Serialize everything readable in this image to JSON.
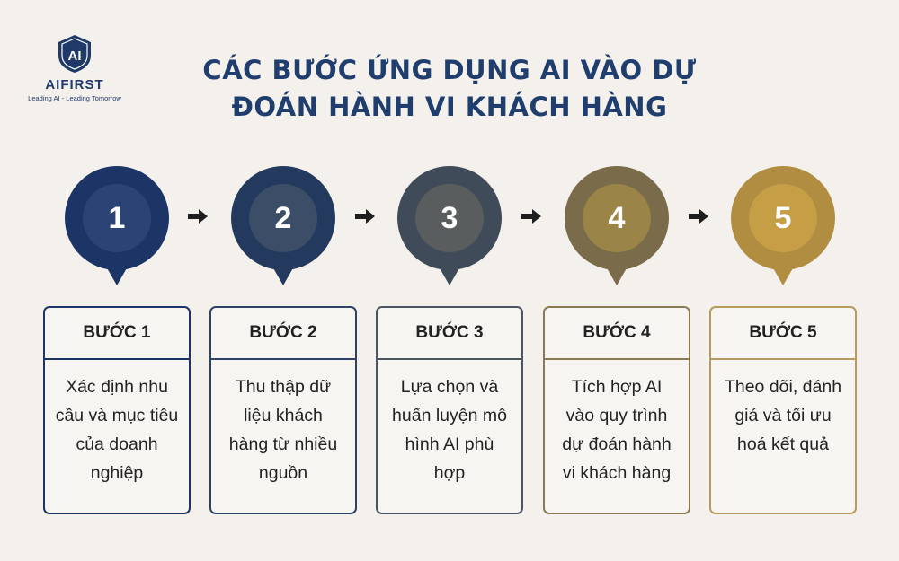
{
  "logo": {
    "mark": "AI",
    "name": "AIFIRST",
    "tagline": "Leading AI - Leading Tomorrow"
  },
  "title": {
    "line1": "CÁC BƯỚC ỨNG DỤNG AI VÀO DỰ",
    "line2": "ĐOÁN HÀNH VI KHÁCH HÀNG"
  },
  "steps": [
    {
      "number": "1",
      "heading": "BƯỚC 1",
      "lines": [
        "Xác định nhu",
        "cầu và mục tiêu",
        "của doanh",
        "nghiệp"
      ],
      "outer_color": "#1c3566",
      "inner_color": "#2b4475",
      "border_color": "#1c3566"
    },
    {
      "number": "2",
      "heading": "BƯỚC 2",
      "lines": [
        "Thu thập dữ",
        "liệu khách",
        "hàng từ nhiều",
        "nguồn"
      ],
      "outer_color": "#233a5e",
      "inner_color": "#3b4d67",
      "border_color": "#2d4266"
    },
    {
      "number": "3",
      "heading": "BƯỚC 3",
      "lines": [
        "Lựa chọn và",
        "huấn luyện mô",
        "hình AI phù",
        "hợp"
      ],
      "outer_color": "#3f4b58",
      "inner_color": "#5a5d5d",
      "border_color": "#4c5563"
    },
    {
      "number": "4",
      "heading": "BƯỚC 4",
      "lines": [
        "Tích hợp AI",
        "vào quy trình",
        "dự đoán hành",
        "vi khách hàng"
      ],
      "outer_color": "#7a6c4a",
      "inner_color": "#9b8448",
      "border_color": "#8a7a52"
    },
    {
      "number": "5",
      "heading": "BƯỚC 5",
      "lines": [
        "Theo dõi, đánh",
        "giá và tối ưu",
        "hoá kết quả"
      ],
      "outer_color": "#b18d42",
      "inner_color": "#c69e46",
      "border_color": "#b89a5a"
    }
  ],
  "arrow_icon": "right-arrow-icon"
}
